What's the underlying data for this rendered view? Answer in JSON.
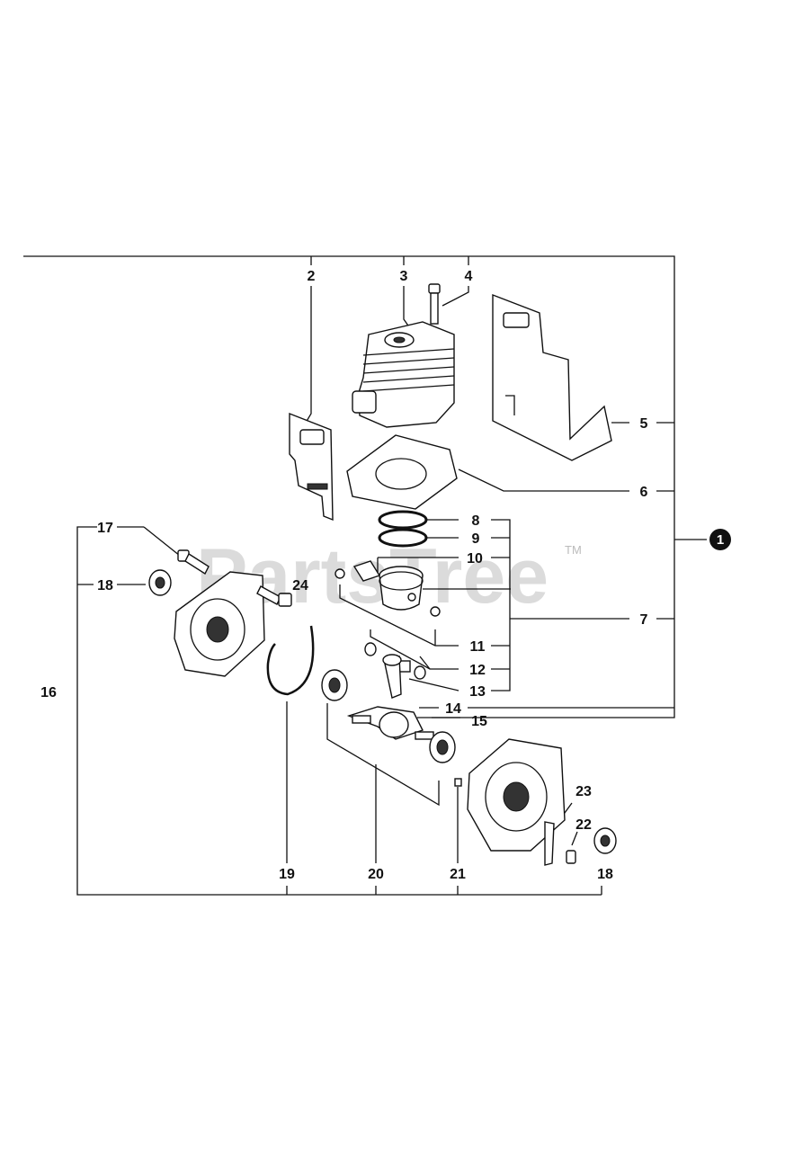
{
  "watermark": {
    "text": "PartsTree",
    "trademark": "TM"
  },
  "assembly_badge": "1",
  "callouts": {
    "c2": "2",
    "c3": "3",
    "c4": "4",
    "c5": "5",
    "c6": "6",
    "c7": "7",
    "c8": "8",
    "c9": "9",
    "c10": "10",
    "c11": "11",
    "c12": "12",
    "c13": "13",
    "c14": "14",
    "c15": "15",
    "c16": "16",
    "c17": "17",
    "c18a": "18",
    "c18b": "18",
    "c19": "19",
    "c20": "20",
    "c21": "21",
    "c22": "22",
    "c23": "23",
    "c24": "24"
  }
}
